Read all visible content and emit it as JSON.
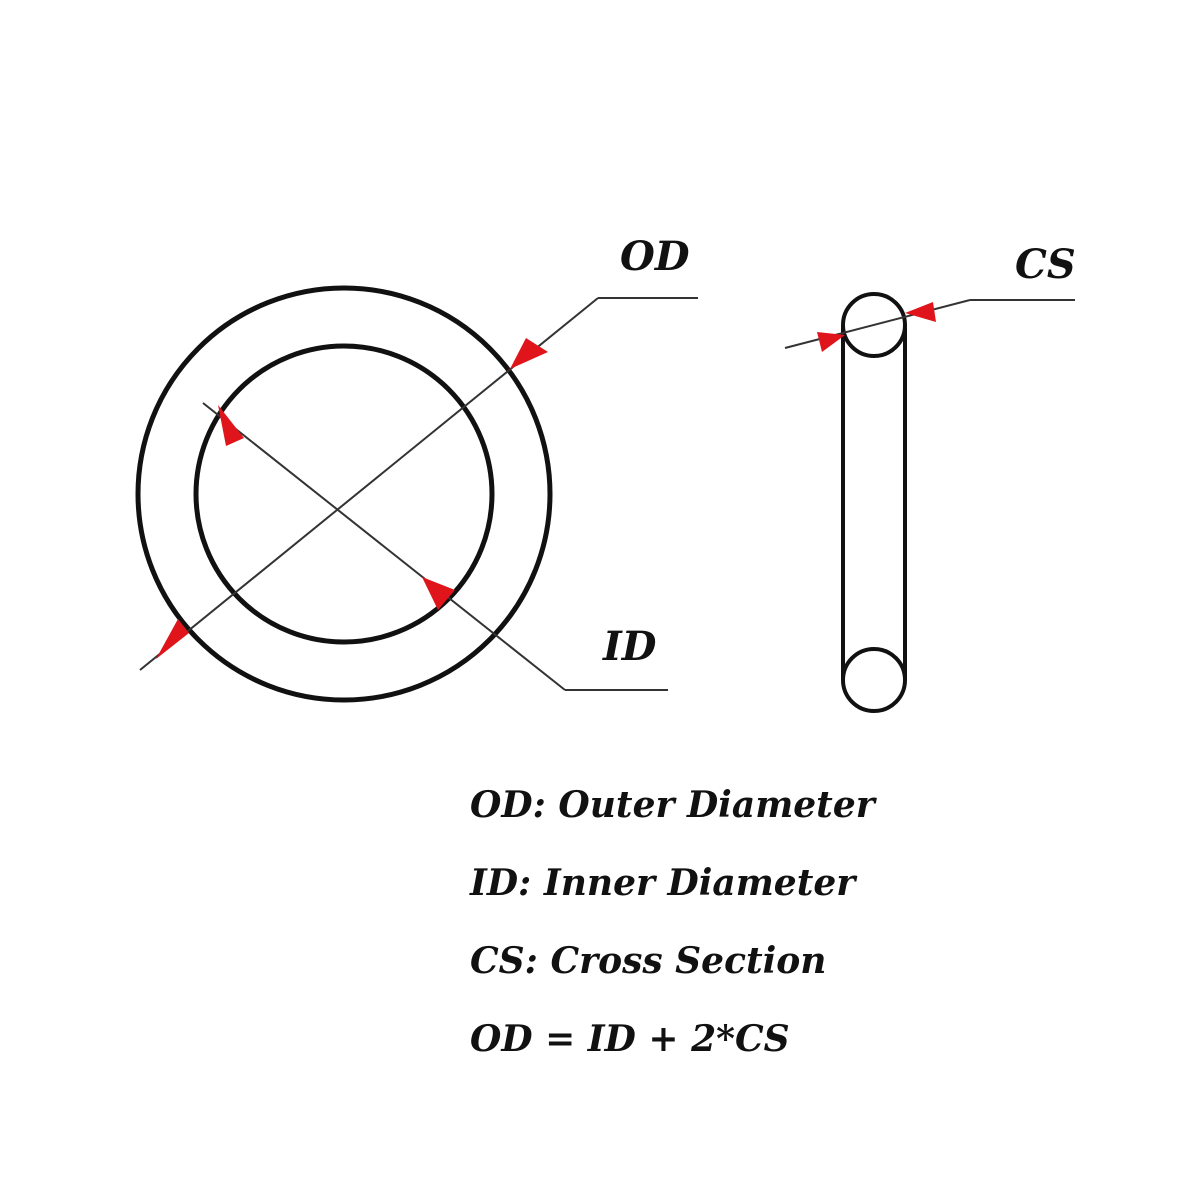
{
  "diagram": {
    "labels": {
      "od": "OD",
      "id": "ID",
      "cs": "CS"
    },
    "colors": {
      "stroke": "#111111",
      "arrow": "#e0151b",
      "background": "#ffffff"
    }
  },
  "legend": {
    "od_line": "OD: Outer Diameter",
    "id_line": "ID: Inner Diameter",
    "cs_line": "CS: Cross Section",
    "formula": "OD = ID + 2*CS"
  }
}
